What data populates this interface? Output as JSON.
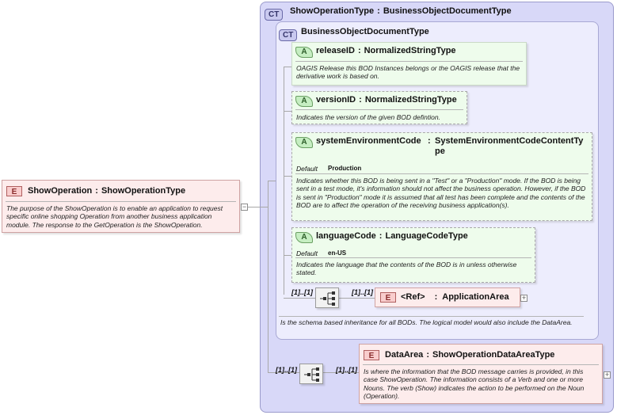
{
  "root": {
    "badge": "E",
    "name": "ShowOperation",
    "type": "ShowOperationType",
    "description": "The purpose of the ShowOperation is to enable an application to request specific online shopping Operation from another business application module.  The response to the GetOperation is the ShowOperation."
  },
  "outer_type": {
    "badge": "CT",
    "name": "ShowOperationType",
    "base": "BusinessObjectDocumentType"
  },
  "inner_type": {
    "badge": "CT",
    "name": "BusinessObjectDocumentType",
    "description": "Is the schema based inheritance for all BODs. The logical model would also include the DataArea."
  },
  "attributes": [
    {
      "badge": "A",
      "name": "releaseID",
      "type": "NormalizedStringType",
      "description": "OAGIS Release this BOD Instances belongs or the OAGIS release that the derivative work is based on."
    },
    {
      "badge": "A",
      "name": "versionID",
      "type": "NormalizedStringType",
      "description": "Indicates the version of the given BOD defintion."
    },
    {
      "badge": "A",
      "name": "systemEnvironmentCode",
      "type_line1": "SystemEnvironmentCodeContentTy",
      "type_line2": "pe",
      "default_label": "Default",
      "default_value": "Production",
      "description": "Indicates whether this BOD is being sent in a \"Test\" or a \"Production\" mode. If the BOD is being sent in a test mode, it's information should not affect the business operation. However, if the BOD is sent in \"Production\" mode it is assumed that all test has been complete and the contents of the BOD are to affect the operation of the receiving business application(s)."
    },
    {
      "badge": "A",
      "name": "languageCode",
      "type": "LanguageCodeType",
      "default_label": "Default",
      "default_value": "en-US",
      "description": "Indicates the language that the contents of the BOD is in unless otherwise stated."
    }
  ],
  "inner_sequence": {
    "cardinality": "[1]..[1]",
    "ref": {
      "badge": "E",
      "name": "<Ref>",
      "type": "ApplicationArea",
      "cardinality": "[1]..[1]"
    }
  },
  "outer_sequence": {
    "cardinality": "[1]..[1]",
    "element": {
      "badge": "E",
      "name": "DataArea",
      "type": "ShowOperationDataAreaType",
      "cardinality": "[1]..[1]",
      "description": "Is where the information that the BOD message carries is provided, in this case ShowOperation. The information consists of a Verb and one or more Nouns. The verb (Show) indicates the action to be performed on the Noun (Operation)."
    }
  },
  "symbols": {
    "colon": ":",
    "expand": "+",
    "collapse": "−"
  }
}
